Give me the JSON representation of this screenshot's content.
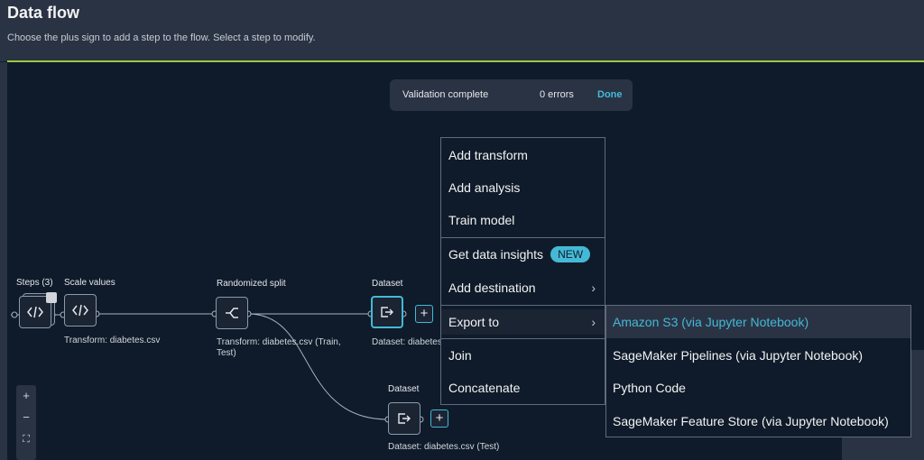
{
  "header": {
    "title": "Data flow",
    "subtitle": "Choose the plus sign to add a step to the flow. Select a step to modify."
  },
  "toast": {
    "label": "Validation complete",
    "errors": "0 errors",
    "action": "Done"
  },
  "steps": {
    "group_label": "Steps (3)",
    "scale": {
      "label": "Scale values",
      "sub": "Transform: diabetes.csv"
    },
    "split": {
      "label": "Randomized split",
      "sub_line1": "Transform: diabetes.csv (Train,",
      "sub_line2": "Test)"
    },
    "dataset_train": {
      "label": "Dataset",
      "sub": "Dataset: diabetes"
    },
    "dataset_test": {
      "label": "Dataset",
      "sub": "Dataset: diabetes.csv (Test)"
    }
  },
  "context_menu": {
    "add_transform": "Add transform",
    "add_analysis": "Add analysis",
    "train_model": "Train model",
    "get_insights": "Get data insights",
    "new_badge": "NEW",
    "add_destination": "Add destination",
    "export_to": "Export to",
    "join": "Join",
    "concatenate": "Concatenate"
  },
  "export_submenu": {
    "items": [
      "Amazon S3 (via Jupyter Notebook)",
      "SageMaker Pipelines (via Jupyter Notebook)",
      "Python Code",
      "SageMaker Feature Store (via Jupyter Notebook)"
    ]
  },
  "zoom": {
    "in": "+",
    "out": "−",
    "fit": "⛶"
  },
  "colors": {
    "accent": "#44b9d6",
    "rule": "#98c93c",
    "header_bg": "#2a3344",
    "canvas_bg": "#0f1b2a"
  }
}
